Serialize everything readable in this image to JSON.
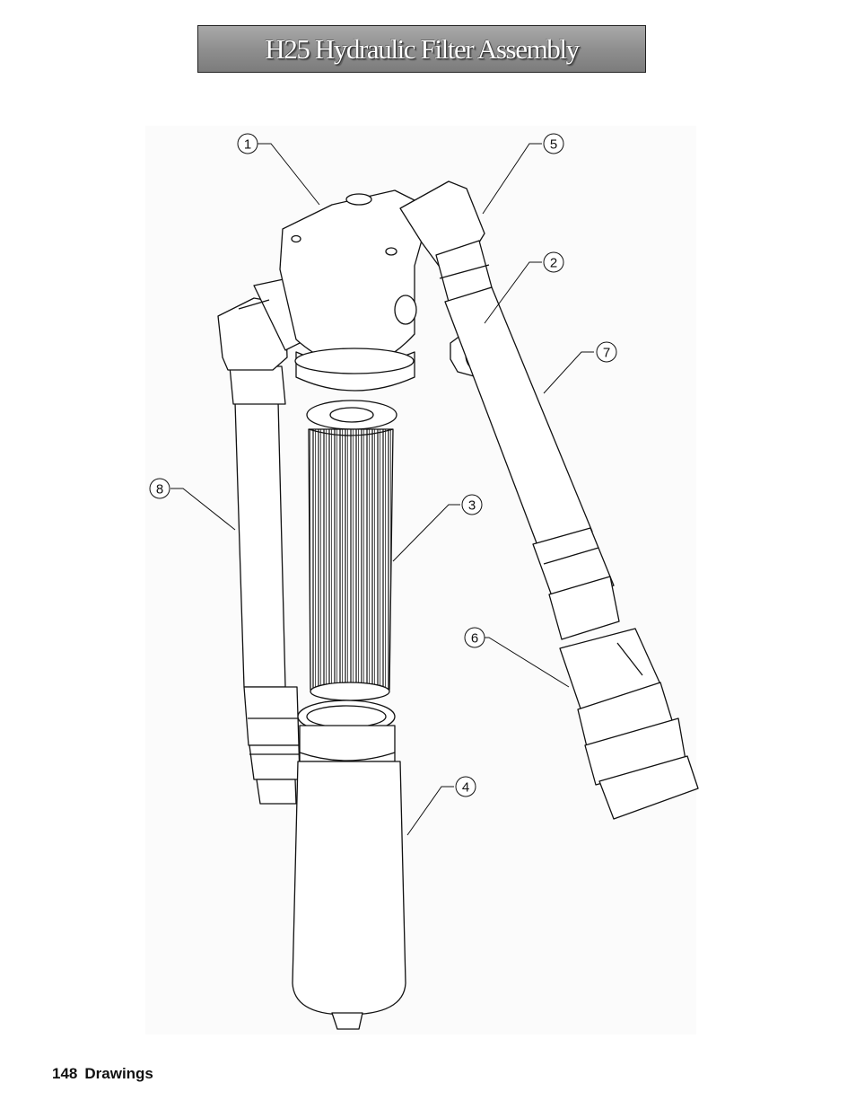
{
  "title": "H25 Hydraulic Filter Assembly",
  "callouts": [
    "1",
    "2",
    "3",
    "4",
    "5",
    "6",
    "7",
    "8"
  ],
  "footer": {
    "page_number": "148",
    "section": "Drawings"
  }
}
